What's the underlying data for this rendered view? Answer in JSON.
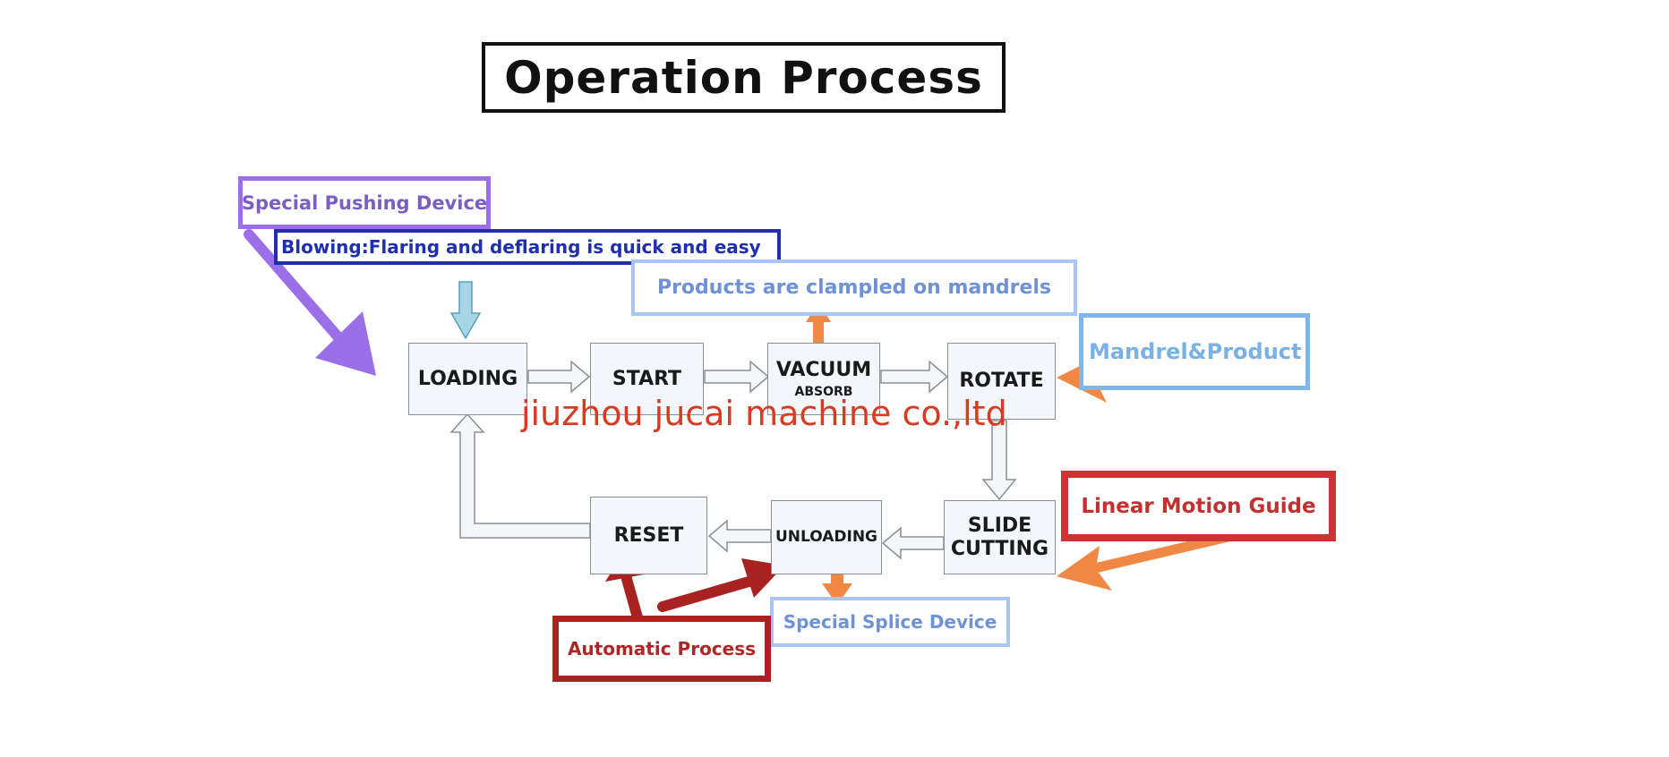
{
  "title": "Operation Process",
  "callouts": {
    "pushing": "Special Pushing Device",
    "blowing": "Blowing:Flaring and deflaring is quick and easy",
    "clamped": "Products are clampled on mandrels",
    "mandrel": "Mandrel&Product",
    "linear": "Linear Motion Guide",
    "splice": "Special Splice Device",
    "automatic": "Automatic Process"
  },
  "steps": {
    "loading": "LOADING",
    "start": "START",
    "vacuum": "VACUUM",
    "vacuum_sub": "ABSORB",
    "rotate": "ROTATE",
    "slide": "SLIDE",
    "cutting": "CUTTING",
    "unloading": "UNLOADING",
    "reset": "RESET"
  },
  "watermark": "jiuzhou jucai machine co.,ltd",
  "colors": {
    "purple": "#9b6fe8",
    "navy": "#1f2fb0",
    "light_blue": "#a9c5f2",
    "sky_blue": "#7db7ee",
    "red": "#cc3333",
    "dark_red": "#a82222",
    "orange": "#ee8844",
    "watermark_red": "#d83a22"
  }
}
